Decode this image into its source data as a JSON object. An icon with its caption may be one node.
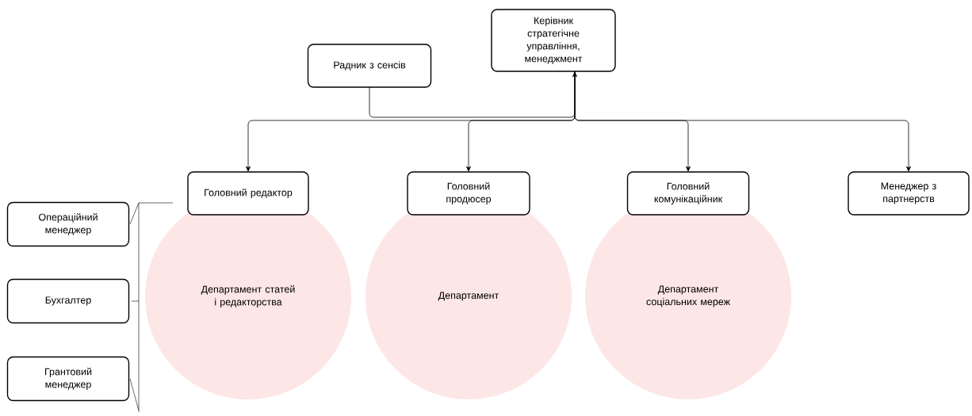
{
  "diagram": {
    "nodes": [
      {
        "text": [
          "Керівник",
          "стратегічне управління, менеджмент"
        ]
      },
      {
        "text": [
          "Радник з сенсів"
        ]
      },
      {
        "text": [
          "Головний редактор"
        ]
      },
      {
        "text": [
          "Головний продюсер"
        ]
      },
      {
        "text": [
          "Головний комунікаційник"
        ]
      },
      {
        "text": [
          "Менеджер з партнерств"
        ]
      },
      {
        "text": [
          "Операційний менеджер"
        ]
      },
      {
        "text": [
          "Департамент статей і редакторства"
        ]
      },
      {
        "text": [
          "Департамент"
        ]
      },
      {
        "text": [
          "Департамент соціальних мереж"
        ]
      },
      {
        "text": [
          "Бухгалтер"
        ]
      },
      {
        "text": [
          "Грантовий менеджер"
        ]
      }
    ],
    "edges": [
      {
        "from": 1,
        "to": 0,
        "arrow": "to"
      },
      {
        "from": 0,
        "to": 2,
        "arrow": "to"
      },
      {
        "from": 0,
        "to": 3,
        "arrow": "to"
      },
      {
        "from": 0,
        "to": 4,
        "arrow": "to"
      },
      {
        "from": 0,
        "to": 5,
        "arrow": "to"
      }
    ]
  }
}
